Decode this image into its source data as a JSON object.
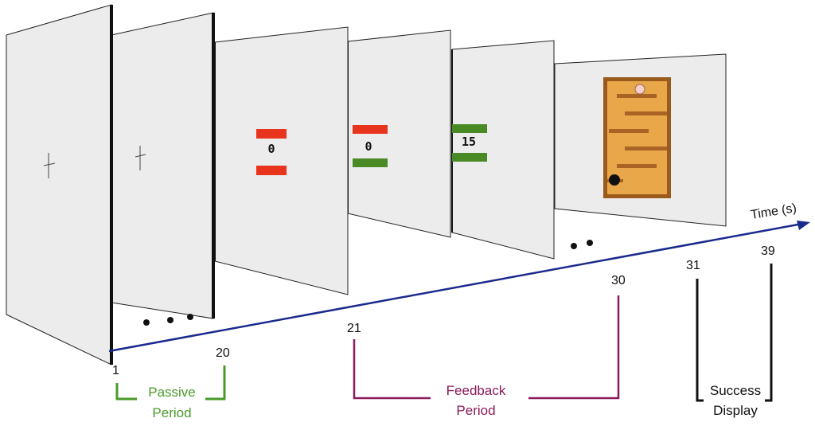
{
  "axis": {
    "label": "Time (s)",
    "color": "#1a2a8c"
  },
  "times": {
    "t1": "1",
    "t20": "20",
    "t21": "21",
    "t30": "30",
    "t31": "31",
    "t39": "39"
  },
  "periods": {
    "passive": {
      "line1": "Passive",
      "line2": "Period",
      "color": "#4a9a2a"
    },
    "feedback": {
      "line1": "Feedback",
      "line2": "Period",
      "color": "#8a1a5a"
    },
    "success": {
      "line1": "Success",
      "line2": "Display",
      "color": "#111111"
    }
  },
  "screens": [
    {
      "content": "fixation-cross"
    },
    {
      "content": "fixation-cross"
    },
    {
      "content": "feedback-bars",
      "value": "0",
      "top_bar": "#e8341c",
      "bottom_bar": "#e8341c"
    },
    {
      "content": "feedback-bars",
      "value": "0",
      "top_bar": "#e8341c",
      "bottom_bar": "#4a8a24"
    },
    {
      "content": "feedback-bars",
      "value": "15",
      "top_bar": "#4a8a24",
      "bottom_bar": "#4a8a24"
    },
    {
      "content": "maze",
      "frame_color": "#9a5a1c",
      "board_color": "#e8a84a"
    }
  ]
}
